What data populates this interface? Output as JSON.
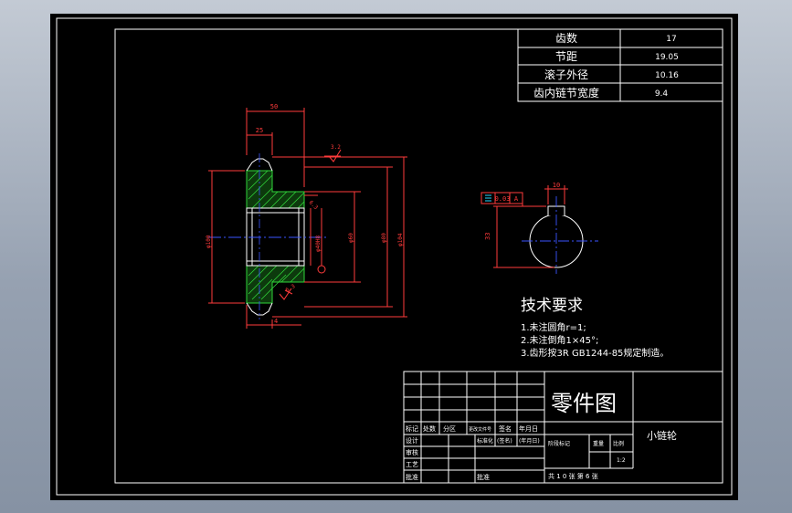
{
  "param_table": {
    "rows": [
      {
        "label": "齿数",
        "value": "17"
      },
      {
        "label": "节距",
        "value": "19.05"
      },
      {
        "label": "滚子外径",
        "value": "10.16"
      },
      {
        "label": "齿内链节宽度",
        "value": "9.4"
      }
    ]
  },
  "tech_req": {
    "title": "技术要求",
    "items": [
      "1.未注圆角r=1;",
      "2.未注倒角1×45°;",
      "3.齿形按3R GB1244-85规定制造。"
    ]
  },
  "title_block": {
    "drawing_type": "零件图",
    "part_name": "小链轮",
    "rev_labels": [
      "标记",
      "处数",
      "分区",
      "更改文件号",
      "签名",
      "年月日"
    ],
    "design_label": "设计",
    "std_label": "标准化",
    "date_label": "(年月日)",
    "sign_label": "(签名)",
    "check_label": "审核",
    "process_label": "工艺",
    "approve_label": "批准",
    "stage_label": "阶段标记",
    "weight_label": "重量",
    "scale_label": "比例",
    "scale_value": "1:2",
    "sheet_info": "共 1 0 张 第 6 张"
  },
  "dimensions": {
    "top_overall": "50",
    "top_hub": "25",
    "roughness_top": "3.2",
    "roughness_mid": "6.3",
    "roughness_low": "6.3",
    "dia_left": "φ100",
    "dia_bore": "φ40H8",
    "dia_hub": "φ60",
    "dia_inner": "φ80",
    "dia_outer": "φ104",
    "bottom_width": "4",
    "key_width": "10",
    "key_depth": "33",
    "gdt_tol": "0.03",
    "gdt_ref": "A"
  },
  "colors": {
    "sheet": "#000000",
    "lines": "#ffffff",
    "dims": "#ff3b3b",
    "hatch": "#2fd43a",
    "center": "#3a54ff",
    "cyan": "#26d7ff"
  }
}
